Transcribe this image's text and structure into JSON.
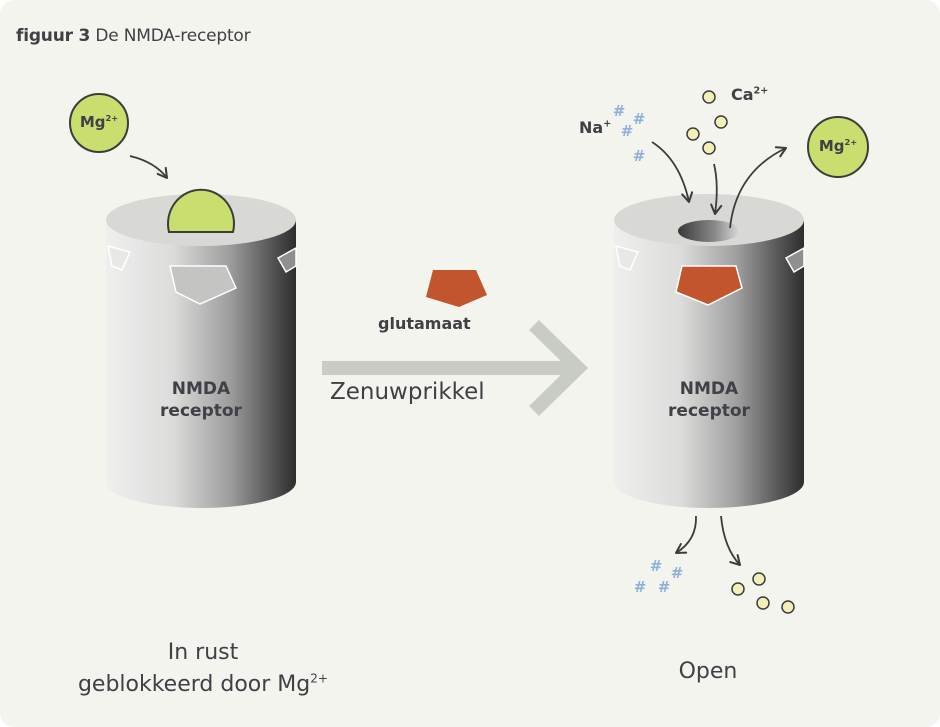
{
  "caption": {
    "prefix": "figuur 3",
    "title": "De NMDA-receptor"
  },
  "labels": {
    "mg_base": "Mg",
    "mg_charge": "2+",
    "na_base": "Na",
    "na_charge": "+",
    "ca_base": "Ca",
    "ca_charge": "2+",
    "glutamate": "glutamaat",
    "nerve_impulse": "Zenuwprikkel",
    "receptor_line1": "NMDA",
    "receptor_line2": "receptor",
    "left_status_line1": "In rust",
    "left_status_line2": "geblokkeerd door Mg",
    "left_status_charge": "2+",
    "right_status": "Open",
    "sodium_glyph": "#"
  },
  "colors": {
    "background": "#f3f4ee",
    "mg_green": "#c8de6f",
    "mg_stroke": "#3b3d3c",
    "glutamate": "#c2552d",
    "ca_fill": "#f4efb8",
    "na_blue": "#8fb0d8",
    "arrow_gray": "#c9ccc4",
    "text": "#3f4147"
  }
}
